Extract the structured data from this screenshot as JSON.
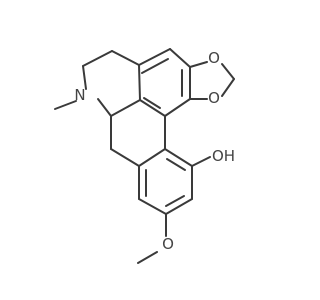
{
  "molecule": {
    "atoms": {
      "n": "N",
      "oh": "OH",
      "o_methylenedioxy_top": "O",
      "o_methylenedioxy_bottom": "O",
      "o_methoxy": "O"
    }
  },
  "colors": {
    "bond": "#3a3a3a",
    "label": "#444444",
    "background": "#ffffff"
  }
}
